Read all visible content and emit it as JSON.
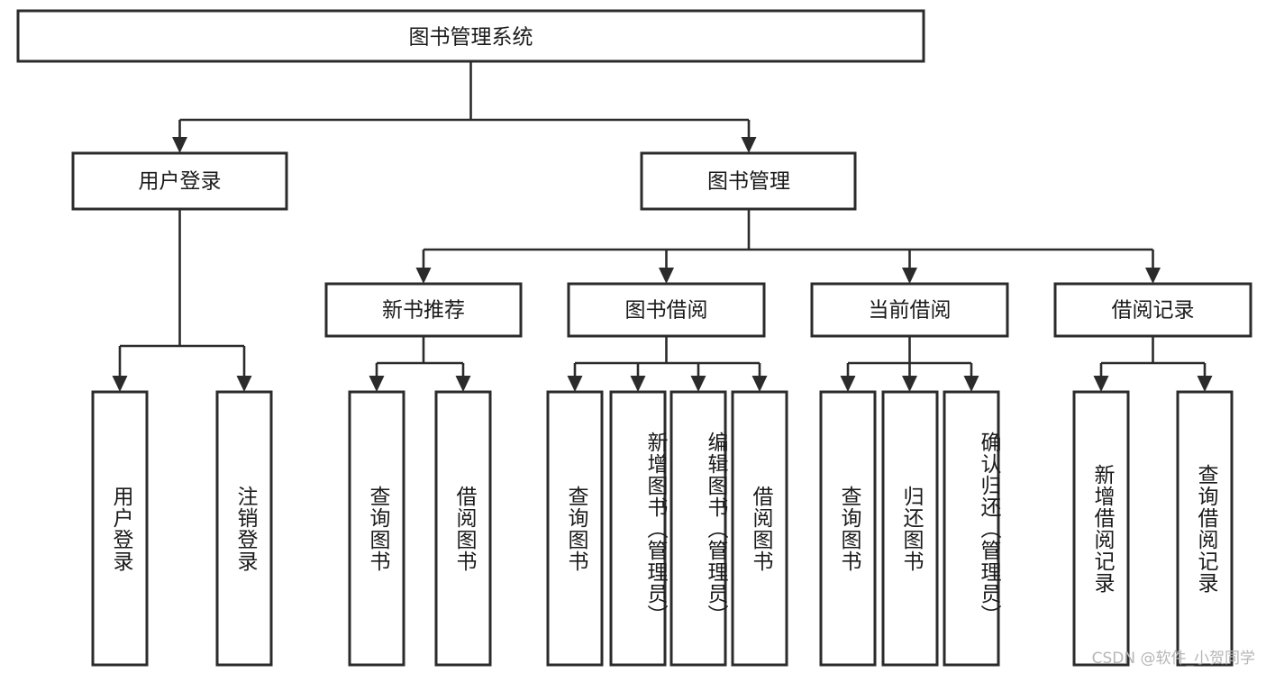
{
  "diagram": {
    "type": "tree",
    "title": "图书管理系统",
    "watermark": "CSDN @软件_小贺同学",
    "colors": {
      "box_stroke": "#2b2b2b",
      "box_fill": "#ffffff",
      "text": "#1a1a1a",
      "watermark": "#b6b6b6",
      "background": "#ffffff"
    },
    "levels": {
      "root": "图书管理系统",
      "level2": [
        "用户登录",
        "图书管理"
      ],
      "level3": [
        "新书推荐",
        "图书借阅",
        "当前借阅",
        "借阅记录"
      ],
      "leaves": [
        "用户登录",
        "注销登录",
        "查询图书",
        "借阅图书",
        "查询图书",
        "新增图书（管理员）",
        "编辑图书（管理员）",
        "借阅图书",
        "查询图书",
        "归还图书",
        "确认归还（管理员）",
        "新增借阅记录",
        "查询借阅记录"
      ]
    },
    "nodes": {
      "root": {
        "label": "图书管理系统"
      },
      "user_login": {
        "label": "用户登录"
      },
      "book_manage": {
        "label": "图书管理"
      },
      "new_book_rec": {
        "label": "新书推荐"
      },
      "book_borrow": {
        "label": "图书借阅"
      },
      "current_borrow": {
        "label": "当前借阅"
      },
      "borrow_record": {
        "label": "借阅记录"
      },
      "leaf_user_login": {
        "label": "用户登录"
      },
      "leaf_logout": {
        "label": "注销登录"
      },
      "leaf_query_book_1": {
        "label": "查询图书"
      },
      "leaf_borrow_book_1": {
        "label": "借阅图书"
      },
      "leaf_query_book_2": {
        "label": "查询图书"
      },
      "leaf_add_book_admin": {
        "label": "新增图书（管理员）"
      },
      "leaf_edit_book_admin": {
        "label": "编辑图书（管理员）"
      },
      "leaf_borrow_book_2": {
        "label": "借阅图书"
      },
      "leaf_query_book_3": {
        "label": "查询图书"
      },
      "leaf_return_book": {
        "label": "归还图书"
      },
      "leaf_confirm_return_admin": {
        "label": "确认归还（管理员）"
      },
      "leaf_add_borrow_record": {
        "label": "新增借阅记录"
      },
      "leaf_query_borrow_record": {
        "label": "查询借阅记录"
      }
    },
    "edges": [
      {
        "from": "root",
        "to": "user_login"
      },
      {
        "from": "root",
        "to": "book_manage"
      },
      {
        "from": "user_login",
        "to": "leaf_user_login"
      },
      {
        "from": "user_login",
        "to": "leaf_logout"
      },
      {
        "from": "book_manage",
        "to": "new_book_rec"
      },
      {
        "from": "book_manage",
        "to": "book_borrow"
      },
      {
        "from": "book_manage",
        "to": "current_borrow"
      },
      {
        "from": "book_manage",
        "to": "borrow_record"
      },
      {
        "from": "new_book_rec",
        "to": "leaf_query_book_1"
      },
      {
        "from": "new_book_rec",
        "to": "leaf_borrow_book_1"
      },
      {
        "from": "book_borrow",
        "to": "leaf_query_book_2"
      },
      {
        "from": "book_borrow",
        "to": "leaf_add_book_admin"
      },
      {
        "from": "book_borrow",
        "to": "leaf_edit_book_admin"
      },
      {
        "from": "book_borrow",
        "to": "leaf_borrow_book_2"
      },
      {
        "from": "current_borrow",
        "to": "leaf_query_book_3"
      },
      {
        "from": "current_borrow",
        "to": "leaf_return_book"
      },
      {
        "from": "current_borrow",
        "to": "leaf_confirm_return_admin"
      },
      {
        "from": "borrow_record",
        "to": "leaf_add_borrow_record"
      },
      {
        "from": "borrow_record",
        "to": "leaf_query_borrow_record"
      }
    ]
  }
}
